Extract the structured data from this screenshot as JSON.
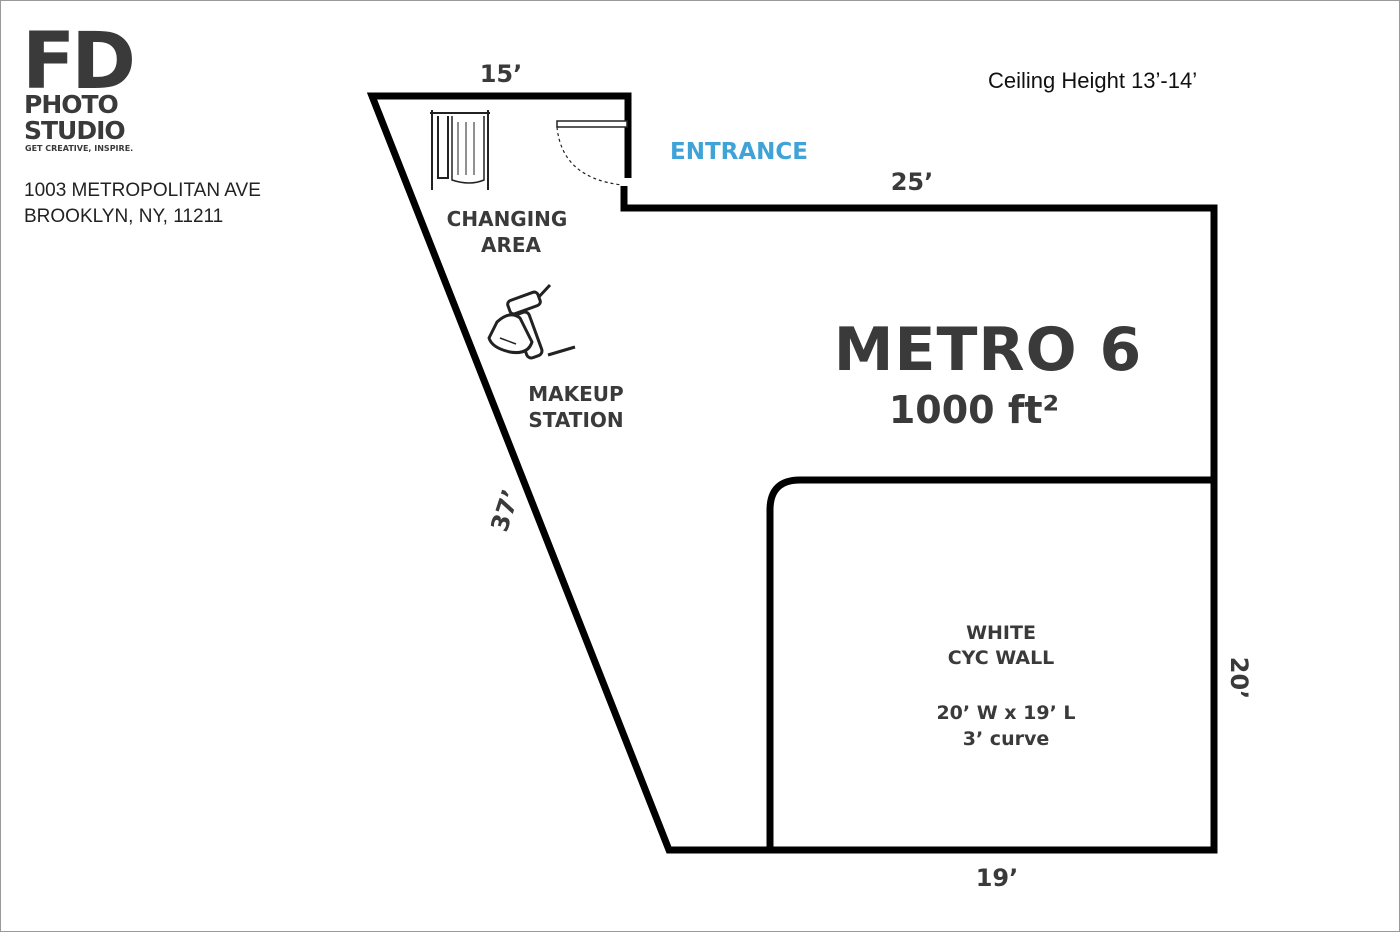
{
  "logo": {
    "mark": "FD",
    "line1": "PHOTO",
    "line2": "STUDIO",
    "tagline": "GET CREATIVE, INSPIRE."
  },
  "address": {
    "line1": "1003 METROPOLITAN AVE",
    "line2": "BROOKLYN, NY, 11211"
  },
  "ceiling": "Ceiling Height 13’-14’",
  "entrance": "ENTRANCE",
  "studio": {
    "name": "METRO 6",
    "area": "1000 ft²"
  },
  "dimensions": {
    "top_left": "15’",
    "top_right": "25’",
    "left_diagonal": "37’",
    "right": "20’",
    "bottom": "19’"
  },
  "areas": {
    "changing": [
      "CHANGING",
      "AREA"
    ],
    "makeup": [
      "MAKEUP",
      "STATION"
    ],
    "cyc": {
      "line1": "WHITE",
      "line2": "CYC WALL",
      "line3": "20’ W x 19’ L",
      "line4": "3’ curve"
    }
  },
  "colors": {
    "wall": "#000000",
    "text": "#3a3a3a",
    "entrance": "#3fa3d8",
    "border": "#999999"
  }
}
